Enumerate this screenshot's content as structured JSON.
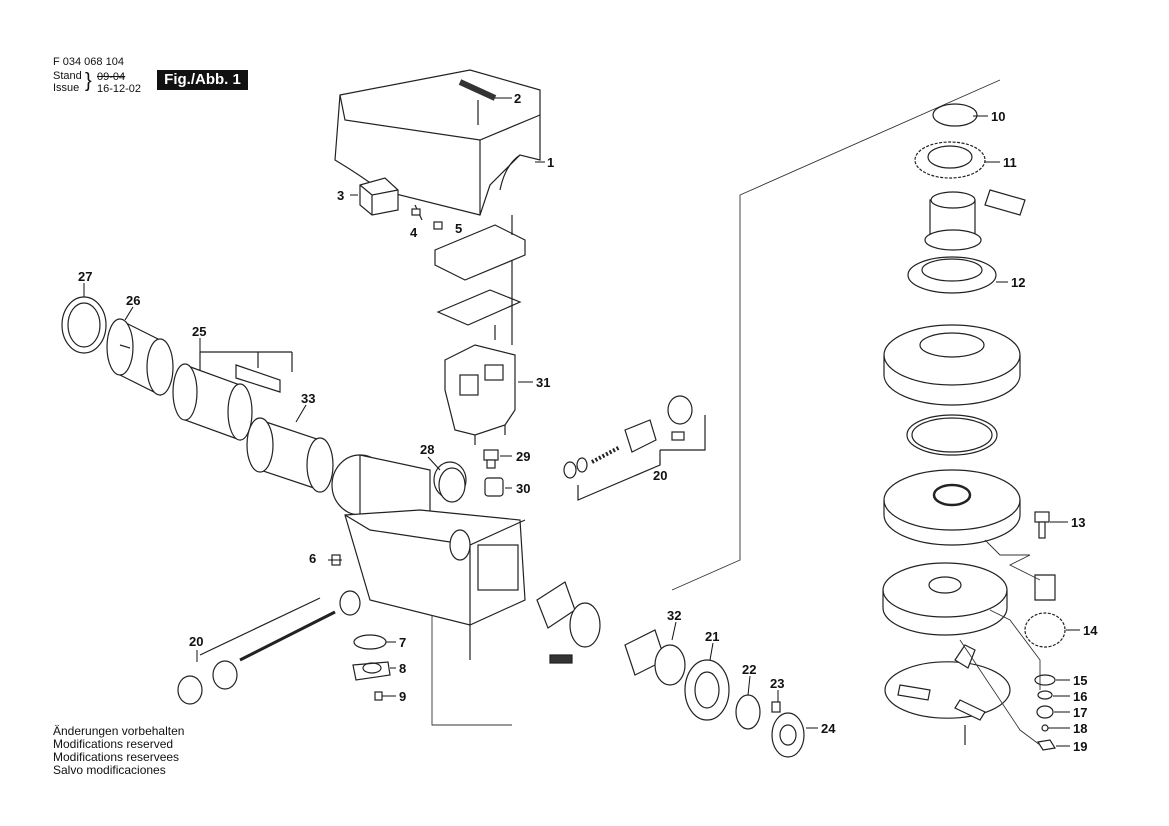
{
  "header": {
    "doc_number": "F 034 068 104",
    "stand_label": "Stand",
    "issue_label": "Issue",
    "stand_date": "09-04",
    "issue_date": "16-12-02",
    "brace": "}",
    "figure_label": "Fig./Abb. 1"
  },
  "notes": [
    "Änderungen vorbehalten",
    "Modifications reserved",
    "Modifications reservees",
    "Salvo modificaciones"
  ],
  "callouts": {
    "p1": "1",
    "p2": "2",
    "p3": "3",
    "p4": "4",
    "p5": "5",
    "p6": "6",
    "p7": "7",
    "p8": "8",
    "p9": "9",
    "p10": "10",
    "p11": "11",
    "p12": "12",
    "p13": "13",
    "p14": "14",
    "p15": "15",
    "p16": "16",
    "p17": "17",
    "p18": "18",
    "p19": "19",
    "p20a": "20",
    "p20b": "20",
    "p21": "21",
    "p22": "22",
    "p23": "23",
    "p24": "24",
    "p25": "25",
    "p26": "26",
    "p27": "27",
    "p28": "28",
    "p29": "29",
    "p30": "30",
    "p31": "31",
    "p32": "32",
    "p33": "33"
  }
}
